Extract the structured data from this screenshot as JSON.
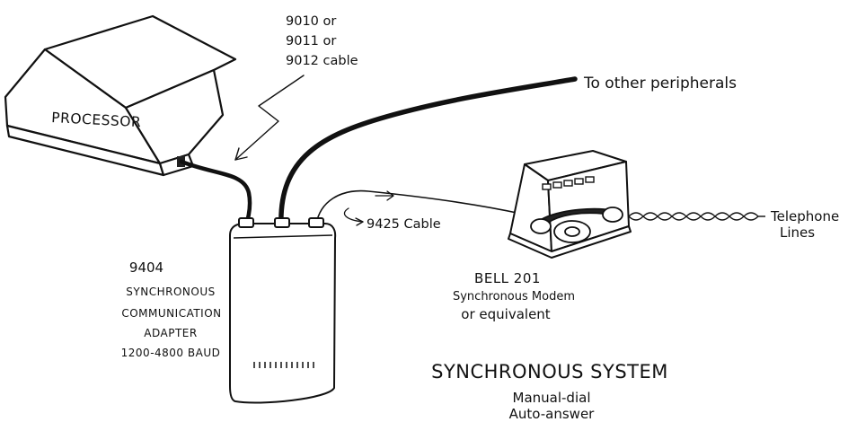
{
  "diagram": {
    "processor": {
      "label": "PROCESSOR"
    },
    "cable_callout": {
      "lines": [
        "9010 or",
        "9011 or",
        "9012 cable"
      ]
    },
    "peripherals": {
      "label": "To other peripherals"
    },
    "cable_9425": {
      "label": "9425 Cable"
    },
    "adapter": {
      "lines": [
        "9404",
        "SYNCHRONOUS",
        "COMMUNICATION",
        "ADAPTER",
        "1200-4800 BAUD"
      ]
    },
    "modem": {
      "lines": [
        "BELL 201",
        "Synchronous Modem",
        "or equivalent"
      ]
    },
    "telephone": {
      "lines": [
        "Telephone",
        "Lines"
      ]
    },
    "caption": {
      "title": "SYNCHRONOUS SYSTEM",
      "sub1": "Manual-dial",
      "sub2": "Auto-answer"
    }
  },
  "colors": {
    "ink": "#111111",
    "paper": "#ffffff"
  }
}
